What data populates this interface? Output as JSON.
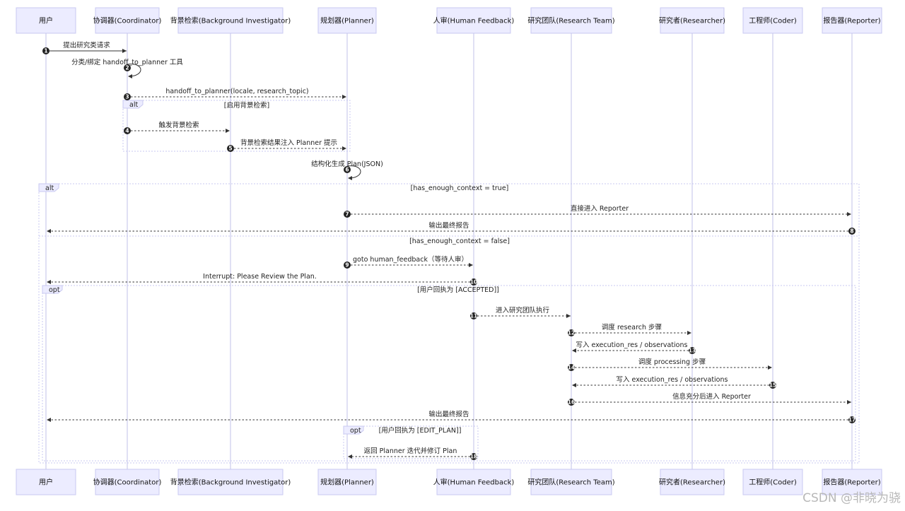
{
  "actors": [
    {
      "id": "user",
      "label": "用户"
    },
    {
      "id": "coord",
      "label": "协调器(Coordinator)"
    },
    {
      "id": "bg",
      "label": "背景检索(Background Investigator)"
    },
    {
      "id": "planner",
      "label": "规划器(Planner)"
    },
    {
      "id": "human",
      "label": "人审(Human Feedback)"
    },
    {
      "id": "team",
      "label": "研究团队(Research Team)"
    },
    {
      "id": "researcher",
      "label": "研究者(Researcher)"
    },
    {
      "id": "coder",
      "label": "工程师(Coder)"
    },
    {
      "id": "reporter",
      "label": "报告器(Reporter)"
    }
  ],
  "messages": [
    {
      "seq": "1",
      "from": "user",
      "to": "coord",
      "text": "提出研究类请求",
      "style": "solid"
    },
    {
      "seq": "2",
      "from": "coord",
      "to": "coord",
      "text": "分类/绑定 handoff_to_planner 工具",
      "style": "solid"
    },
    {
      "seq": "3",
      "from": "coord",
      "to": "planner",
      "text": "handoff_to_planner(locale, research_topic)",
      "style": "dotted"
    },
    {
      "seq": "4",
      "from": "coord",
      "to": "bg",
      "text": "触发背景检索",
      "style": "dotted"
    },
    {
      "seq": "5",
      "from": "bg",
      "to": "planner",
      "text": "背景检索结果注入 Planner 提示",
      "style": "dotted"
    },
    {
      "seq": "6",
      "from": "planner",
      "to": "planner",
      "text": "结构化生成 Plan(JSON)",
      "style": "solid"
    },
    {
      "seq": "7",
      "from": "planner",
      "to": "reporter",
      "text": "直接进入 Reporter",
      "style": "dotted"
    },
    {
      "seq": "8",
      "from": "reporter",
      "to": "user",
      "text": "输出最终报告",
      "style": "dotted"
    },
    {
      "seq": "9",
      "from": "planner",
      "to": "human",
      "text": "goto human_feedback（等待人审）",
      "style": "dotted"
    },
    {
      "seq": "10",
      "from": "human",
      "to": "user",
      "text": "Interrupt: Please Review the Plan.",
      "style": "dotted"
    },
    {
      "seq": "11",
      "from": "human",
      "to": "team",
      "text": "进入研究团队执行",
      "style": "dotted"
    },
    {
      "seq": "12",
      "from": "team",
      "to": "researcher",
      "text": "调度 research 步骤",
      "style": "dotted"
    },
    {
      "seq": "13",
      "from": "researcher",
      "to": "team",
      "text": "写入 execution_res / observations",
      "style": "dotted"
    },
    {
      "seq": "14",
      "from": "team",
      "to": "coder",
      "text": "调度 processing 步骤",
      "style": "dotted"
    },
    {
      "seq": "15",
      "from": "coder",
      "to": "team",
      "text": "写入 execution_res / observations",
      "style": "dotted"
    },
    {
      "seq": "16",
      "from": "team",
      "to": "reporter",
      "text": "信息充分后进入 Reporter",
      "style": "dotted"
    },
    {
      "seq": "17",
      "from": "reporter",
      "to": "user",
      "text": "输出最终报告",
      "style": "dotted"
    },
    {
      "seq": "18",
      "from": "human",
      "to": "planner",
      "text": "返回 Planner 迭代并修订 Plan",
      "style": "dotted"
    }
  ],
  "frames": [
    {
      "kind": "alt",
      "conditions": [
        "[启用背景检索]"
      ]
    },
    {
      "kind": "alt",
      "conditions": [
        "[has_enough_context = true]",
        "[has_enough_context = false]"
      ]
    },
    {
      "kind": "opt",
      "conditions": [
        "[用户回执为 [ACCEPTED]]"
      ]
    },
    {
      "kind": "opt",
      "conditions": [
        "[用户回执为 [EDIT_PLAN]]"
      ]
    }
  ],
  "watermark": "CSDN @非晓为骁"
}
